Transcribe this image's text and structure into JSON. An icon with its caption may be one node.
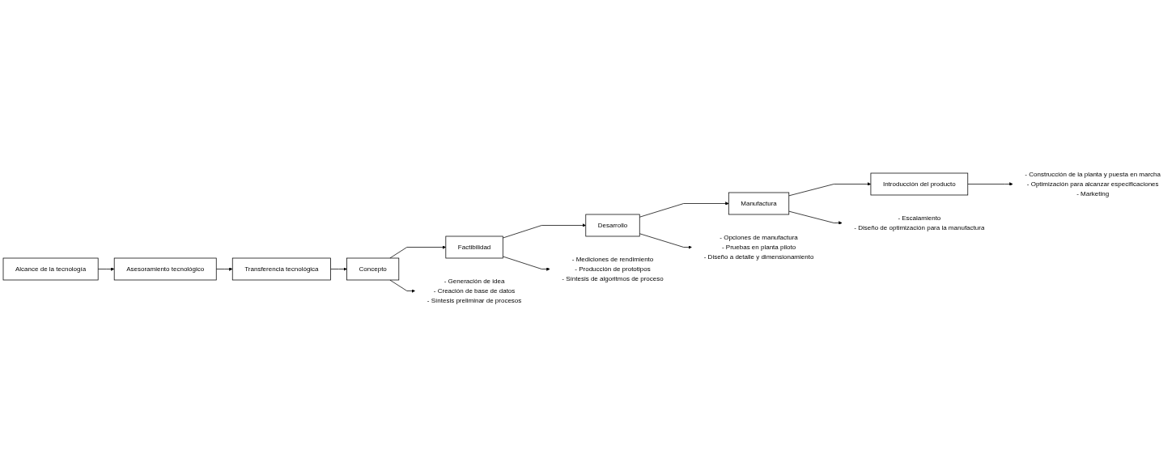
{
  "diagram": {
    "nodes": [
      {
        "text": [
          "Alcance de la tecnología"
        ]
      },
      {
        "text": [
          "Asesoramiento tecnológico"
        ]
      },
      {
        "text": [
          "Transferencia tecnológica"
        ]
      },
      {
        "text": [
          "Concepto"
        ]
      },
      {
        "text": [
          "Factibilidad"
        ]
      },
      {
        "text": [
          "Desarrollo"
        ]
      },
      {
        "text": [
          "Manufactura"
        ]
      },
      {
        "text": [
          "Introducción del producto"
        ]
      },
      {
        "text": [
          "- Generación de idea",
          "- Creación de base de datos",
          "- Síntesis preliminar de procesos"
        ]
      },
      {
        "text": [
          "- Mediciones de rendimiento",
          "- Producción de prototipos",
          "- Síntesis de algoritmos de proceso"
        ]
      },
      {
        "text": [
          "- Opciones de manufactura",
          "- Pruebas en planta piloto",
          "- Diseño a detalle y dimensionamiento"
        ]
      },
      {
        "text": [
          "- Escalamiento",
          "- Diseño de optimización para la manufactura"
        ]
      },
      {
        "text": [
          "- Construcción de la planta y puesta en marcha",
          "- Optimización para alcanzar especificaciones",
          "- Marketing"
        ]
      }
    ],
    "edges": [
      {
        "from": 0,
        "to": 1,
        "arrow": "to"
      },
      {
        "from": 1,
        "to": 2,
        "arrow": "to"
      },
      {
        "from": 2,
        "to": 3,
        "arrow": "to"
      },
      {
        "from": 3,
        "to": 4,
        "arrow": "to"
      },
      {
        "from": 4,
        "to": 5,
        "arrow": "to"
      },
      {
        "from": 5,
        "to": 6,
        "arrow": "to"
      },
      {
        "from": 6,
        "to": 7,
        "arrow": "to"
      },
      {
        "from": 3,
        "to": 8,
        "arrow": "to"
      },
      {
        "from": 4,
        "to": 9,
        "arrow": "to"
      },
      {
        "from": 5,
        "to": 10,
        "arrow": "to"
      },
      {
        "from": 6,
        "to": 11,
        "arrow": "to"
      },
      {
        "from": 7,
        "to": 12,
        "arrow": "to"
      }
    ]
  }
}
